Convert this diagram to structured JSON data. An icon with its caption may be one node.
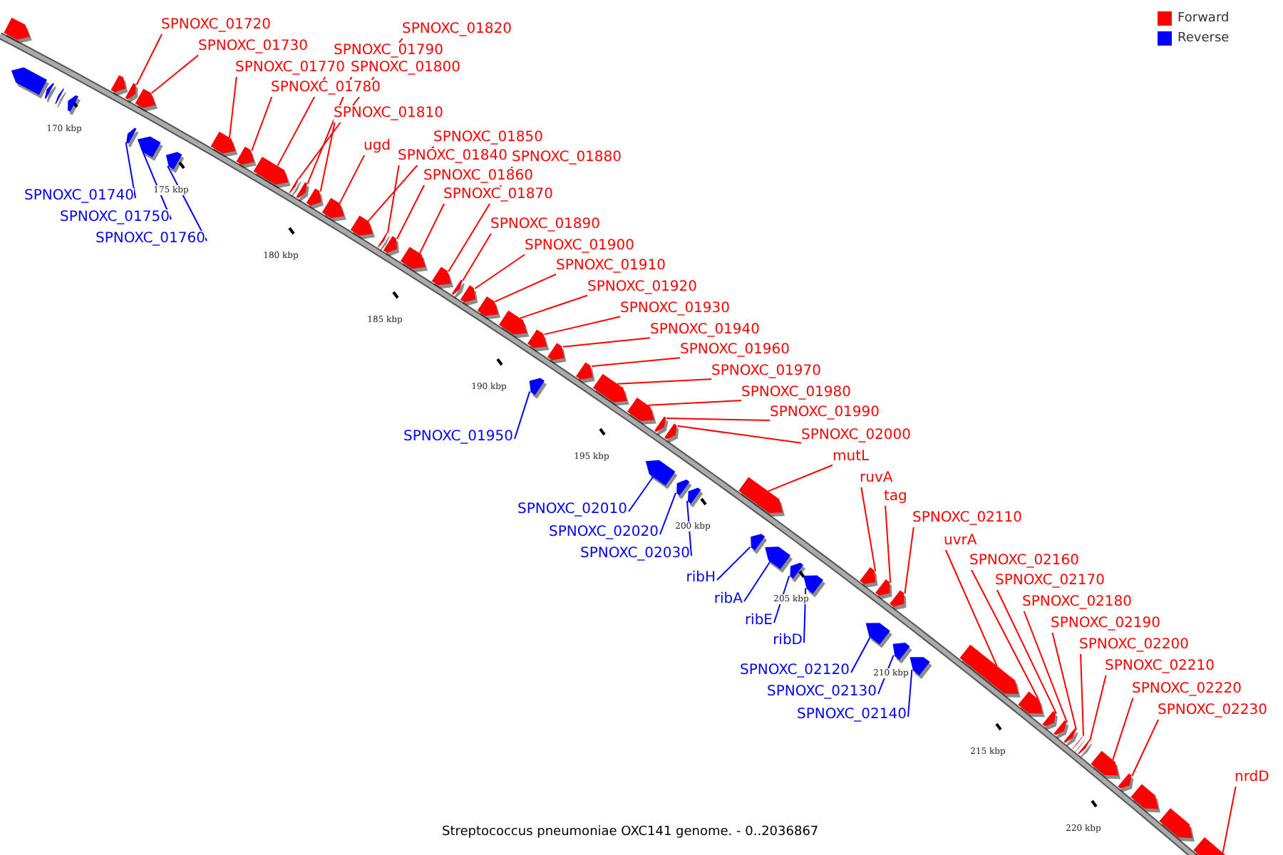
{
  "diagram": {
    "caption": "Streptococcus pneumoniae OXC141 genome. - 0..2036867",
    "nodes": [
      {
        "text": [
          "SPNOXC_01720"
        ]
      },
      {
        "text": [
          "SPNOXC_01820"
        ]
      },
      {
        "text": [
          "SPNOXC_01730"
        ]
      },
      {
        "text": [
          "SPNOXC_01790"
        ]
      },
      {
        "text": [
          "SPNOXC_01770"
        ]
      },
      {
        "text": [
          "SPNOXC_01800"
        ]
      },
      {
        "text": [
          "SPNOXC_01780"
        ]
      },
      {
        "text": [
          "SPNOXC_01810"
        ]
      },
      {
        "text": [
          "SPNOXC_01850"
        ]
      },
      {
        "text": [
          "ugd"
        ]
      },
      {
        "text": [
          "SPNOXC_01840"
        ]
      },
      {
        "text": [
          "SPNOXC_01880"
        ]
      },
      {
        "text": [
          "SPNOXC_01860"
        ]
      },
      {
        "text": [
          "SPNOXC_01870"
        ]
      },
      {
        "text": [
          "SPNOXC_01740"
        ]
      },
      {
        "text": [
          "SPNOXC_01750"
        ]
      },
      {
        "text": [
          "SPNOXC_01760"
        ]
      },
      {
        "text": [
          "SPNOXC_01890"
        ]
      },
      {
        "text": [
          "SPNOXC_01900"
        ]
      },
      {
        "text": [
          "SPNOXC_01910"
        ]
      },
      {
        "text": [
          "SPNOXC_01920"
        ]
      },
      {
        "text": [
          "SPNOXC_01930"
        ]
      },
      {
        "text": [
          "SPNOXC_01940"
        ]
      },
      {
        "text": [
          "SPNOXC_01960"
        ]
      },
      {
        "text": [
          "SPNOXC_01970"
        ]
      },
      {
        "text": [
          "SPNOXC_01980"
        ]
      },
      {
        "text": [
          "SPNOXC_01990"
        ]
      },
      {
        "text": [
          "SPNOXC_02000"
        ]
      },
      {
        "text": [
          "SPNOXC_01950"
        ]
      },
      {
        "text": [
          "mutL"
        ]
      },
      {
        "text": [
          "ruvA"
        ]
      },
      {
        "text": [
          "tag"
        ]
      },
      {
        "text": [
          "SPNOXC_02010"
        ]
      },
      {
        "text": [
          "SPNOXC_02110"
        ]
      },
      {
        "text": [
          "SPNOXC_02020"
        ]
      },
      {
        "text": [
          "uvrA"
        ]
      },
      {
        "text": [
          "SPNOXC_02030"
        ]
      },
      {
        "text": [
          "SPNOXC_02160"
        ]
      },
      {
        "text": [
          "ribH"
        ]
      },
      {
        "text": [
          "SPNOXC_02170"
        ]
      },
      {
        "text": [
          "ribA"
        ]
      },
      {
        "text": [
          "SPNOXC_02180"
        ]
      },
      {
        "text": [
          "ribE"
        ]
      },
      {
        "text": [
          "SPNOXC_02190"
        ]
      },
      {
        "text": [
          "ribD"
        ]
      },
      {
        "text": [
          "SPNOXC_02200"
        ]
      },
      {
        "text": [
          "SPNOXC_02210"
        ]
      },
      {
        "text": [
          "SPNOXC_02120"
        ]
      },
      {
        "text": [
          "SPNOXC_02220"
        ]
      },
      {
        "text": [
          "SPNOXC_02130"
        ]
      },
      {
        "text": [
          "SPNOXC_02230"
        ]
      },
      {
        "text": [
          "SPNOXC_02140"
        ]
      },
      {
        "text": [
          "nrdD"
        ]
      },
      {
        "text": [],
        "shape": "bar"
      },
      {
        "text": [],
        "shape": "bar"
      },
      {
        "text": [],
        "shape": "bar"
      },
      {
        "text": [],
        "shape": "bar"
      },
      {
        "text": [],
        "shape": "bar"
      },
      {
        "text": [],
        "shape": "bar"
      },
      {
        "text": [],
        "shape": "bar"
      },
      {
        "text": [],
        "shape": "bar"
      },
      {
        "text": [],
        "shape": "bar"
      },
      {
        "text": [],
        "shape": "bar"
      },
      {
        "text": [],
        "shape": "bar"
      },
      {
        "text": [],
        "shape": "bar"
      },
      {
        "text": [],
        "shape": "bar"
      },
      {
        "text": [],
        "shape": "bar"
      },
      {
        "text": [],
        "shape": "bar"
      },
      {
        "text": [],
        "shape": "bar"
      },
      {
        "text": [],
        "shape": "bar"
      },
      {
        "text": [],
        "shape": "bar"
      },
      {
        "text": [],
        "shape": "bar"
      },
      {
        "text": [],
        "shape": "bar"
      },
      {
        "text": [],
        "shape": "bar"
      },
      {
        "text": [],
        "shape": "bar"
      },
      {
        "text": [],
        "shape": "bar"
      },
      {
        "text": [],
        "shape": "bar"
      },
      {
        "text": [],
        "shape": "bar"
      },
      {
        "text": [],
        "shape": "bar"
      },
      {
        "text": [],
        "shape": "bar"
      },
      {
        "text": [],
        "shape": "bar"
      },
      {
        "text": [],
        "shape": "bar"
      },
      {
        "text": [],
        "shape": "bar"
      },
      {
        "text": [],
        "shape": "bar"
      },
      {
        "text": [],
        "shape": "bar"
      },
      {
        "text": [],
        "shape": "bar"
      },
      {
        "text": [],
        "shape": "bar"
      },
      {
        "text": [],
        "shape": "bar"
      },
      {
        "text": [],
        "shape": "bar"
      },
      {
        "text": [],
        "shape": "bar"
      },
      {
        "text": [],
        "shape": "bar"
      },
      {
        "text": [],
        "shape": "bar"
      },
      {
        "text": [],
        "shape": "bar"
      },
      {
        "text": [],
        "shape": "bar"
      },
      {
        "text": [],
        "shape": "bar"
      },
      {
        "text": [],
        "shape": "bar"
      },
      {
        "text": [],
        "shape": "bar"
      },
      {
        "text": [],
        "shape": "bar"
      },
      {
        "text": [],
        "shape": "bar"
      },
      {
        "text": [],
        "shape": "bar"
      },
      {
        "text": [],
        "shape": "bar"
      },
      {
        "text": [],
        "shape": "bar"
      },
      {
        "text": [],
        "shape": "bar"
      },
      {
        "text": [],
        "shape": "bar"
      },
      {
        "text": [],
        "shape": "bar"
      },
      {
        "text": [],
        "shape": "bar"
      },
      {
        "text": [],
        "shape": "bar"
      },
      {
        "text": [],
        "shape": "bar"
      },
      {
        "text": [],
        "shape": "bar"
      },
      {
        "text": [],
        "shape": "bar"
      },
      {
        "text": [],
        "shape": "bar"
      },
      {
        "text": [],
        "shape": "bar"
      },
      {
        "text": [],
        "shape": "bar"
      },
      {
        "text": [],
        "shape": "bar"
      }
    ],
    "edges": [
      {
        "from": 0,
        "to": 59,
        "arrow": "none"
      },
      {
        "from": 1,
        "to": 67,
        "arrow": "none"
      },
      {
        "from": 2,
        "to": 60,
        "arrow": "none"
      },
      {
        "from": 3,
        "to": 66,
        "arrow": "none"
      },
      {
        "from": 4,
        "to": 64,
        "arrow": "none"
      },
      {
        "from": 5,
        "to": 68,
        "arrow": "none"
      },
      {
        "from": 6,
        "to": 65,
        "arrow": "none"
      },
      {
        "from": 7,
        "to": 69,
        "arrow": "none"
      },
      {
        "from": 8,
        "to": 71,
        "arrow": "none"
      },
      {
        "from": 9,
        "to": 70,
        "arrow": "none"
      },
      {
        "from": 10,
        "to": 72,
        "arrow": "none"
      },
      {
        "from": 11,
        "to": 75,
        "arrow": "none"
      },
      {
        "from": 12,
        "to": 73,
        "arrow": "none"
      },
      {
        "from": 13,
        "to": 74,
        "arrow": "none"
      },
      {
        "from": 14,
        "to": 61,
        "arrow": "none",
        "color": "#0000ff"
      },
      {
        "from": 15,
        "to": 62,
        "arrow": "none",
        "color": "#0000ff"
      },
      {
        "from": 16,
        "to": 63,
        "arrow": "none",
        "color": "#0000ff"
      },
      {
        "from": 17,
        "to": 76,
        "arrow": "none"
      },
      {
        "from": 18,
        "to": 77,
        "arrow": "none"
      },
      {
        "from": 19,
        "to": 78,
        "arrow": "none"
      },
      {
        "from": 20,
        "to": 79,
        "arrow": "none"
      },
      {
        "from": 21,
        "to": 80,
        "arrow": "none"
      },
      {
        "from": 22,
        "to": 82,
        "arrow": "none"
      },
      {
        "from": 23,
        "to": 83,
        "arrow": "none"
      },
      {
        "from": 24,
        "to": 84,
        "arrow": "none"
      },
      {
        "from": 25,
        "to": 85,
        "arrow": "none"
      },
      {
        "from": 26,
        "to": 86,
        "arrow": "none"
      },
      {
        "from": 27,
        "to": 88,
        "arrow": "none"
      },
      {
        "from": 28,
        "to": 81,
        "arrow": "none",
        "color": "#0000ff"
      },
      {
        "from": 29,
        "to": 91,
        "arrow": "none"
      },
      {
        "from": 30,
        "to": 96,
        "arrow": "none"
      },
      {
        "from": 31,
        "to": 97,
        "arrow": "none"
      },
      {
        "from": 32,
        "to": 87,
        "arrow": "none",
        "color": "#0000ff"
      },
      {
        "from": 33,
        "to": 99,
        "arrow": "none"
      },
      {
        "from": 34,
        "to": 89,
        "arrow": "none",
        "color": "#0000ff"
      },
      {
        "from": 35,
        "to": 102,
        "arrow": "none"
      },
      {
        "from": 36,
        "to": 90,
        "arrow": "none",
        "color": "#0000ff"
      },
      {
        "from": 37,
        "to": 103,
        "arrow": "none"
      },
      {
        "from": 38,
        "to": 92,
        "arrow": "none",
        "color": "#0000ff"
      },
      {
        "from": 39,
        "to": 104,
        "arrow": "none"
      },
      {
        "from": 40,
        "to": 93,
        "arrow": "none",
        "color": "#0000ff"
      },
      {
        "from": 41,
        "to": 105,
        "arrow": "none"
      },
      {
        "from": 42,
        "to": 94,
        "arrow": "none",
        "color": "#0000ff"
      },
      {
        "from": 43,
        "to": 106,
        "arrow": "none"
      },
      {
        "from": 44,
        "to": 95,
        "arrow": "none",
        "color": "#0000ff"
      },
      {
        "from": 45,
        "to": 107,
        "arrow": "none"
      },
      {
        "from": 46,
        "to": 108,
        "arrow": "none"
      },
      {
        "from": 47,
        "to": 98,
        "arrow": "none",
        "color": "#0000ff"
      },
      {
        "from": 48,
        "to": 109,
        "arrow": "none"
      },
      {
        "from": 49,
        "to": 100,
        "arrow": "none",
        "color": "#0000ff"
      },
      {
        "from": 50,
        "to": 110,
        "arrow": "none"
      },
      {
        "from": 51,
        "to": 101,
        "arrow": "none",
        "color": "#0000ff"
      },
      {
        "from": 52,
        "to": 113,
        "arrow": "none"
      }
    ],
    "labels": [
      "170 kbp",
      "175 kbp",
      "180 kbp",
      "185 kbp",
      "190 kbp",
      "195 kbp",
      "200 kbp",
      "205 kbp",
      "210 kbp",
      "215 kbp",
      "220 kbp"
    ],
    "legend": [
      {
        "text": "Forward",
        "color": "#ff0000"
      },
      {
        "text": "Reverse",
        "color": "#0000ff"
      }
    ]
  }
}
